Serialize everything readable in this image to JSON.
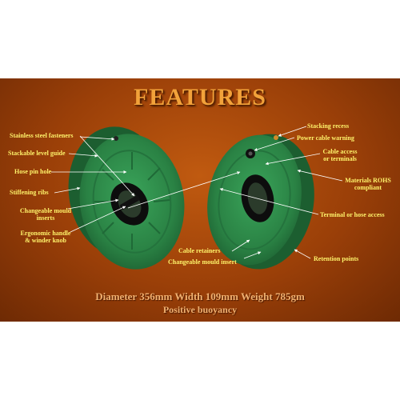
{
  "title": "FEATURES",
  "labels": {
    "stainless": "Stainless steel fasteners",
    "stackable": "Stackable level guide",
    "hosepin": "Hose pin hole",
    "stiffening": "Stiffening ribs",
    "mould_inserts_line1": "Changeable mould",
    "mould_inserts_line2": "inserts",
    "handle_line1": "Ergonomic handle",
    "handle_line2": "& winder knob",
    "stacking": "Stacking recess",
    "power": "Power cable warning",
    "cable_access_line1": "Cable access",
    "cable_access_line2": "or terminals",
    "rohs_line1": "Materials ROHS",
    "rohs_line2": "compliant",
    "terminal": "Terminal or hose access",
    "retainers": "Cable retainers",
    "mould_insert": "Changeable mould insert",
    "retention": "Retention points"
  },
  "specs": {
    "line1": "Diameter 356mm    Width 109mm    Weight 785gm",
    "line2": "Positive buoyancy"
  },
  "colors": {
    "reel_green": "#2e8a4a",
    "label_yellow": "#fff36b",
    "title_orange": "#f2a23a"
  }
}
